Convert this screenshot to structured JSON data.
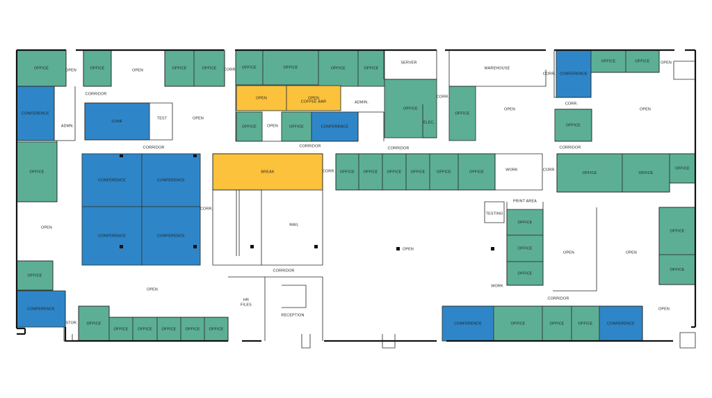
{
  "colors": {
    "office": "#5caf95",
    "conference": "#2e86c8",
    "amenity": "#fcc23b",
    "open": "#ffffff",
    "wall": "#111111"
  },
  "rooms": [
    {
      "label": "OFFICE",
      "kind": "office"
    },
    {
      "label": "OFFICE",
      "kind": "office"
    },
    {
      "label": "OFFICE",
      "kind": "office"
    },
    {
      "label": "OFFICE",
      "kind": "office"
    },
    {
      "label": "OFFICE",
      "kind": "office"
    },
    {
      "label": "OFFICE",
      "kind": "office"
    },
    {
      "label": "OFFICE",
      "kind": "office"
    },
    {
      "label": "OFFICE",
      "kind": "office"
    },
    {
      "label": "OFFICE",
      "kind": "office"
    },
    {
      "label": "CONFERENCE",
      "kind": "conference"
    },
    {
      "label": "OFFICE",
      "kind": "office"
    },
    {
      "label": "OFFICE",
      "kind": "office"
    },
    {
      "label": "CONFERENCE",
      "kind": "conference"
    },
    {
      "label": "CONF",
      "kind": "conference"
    },
    {
      "label": "OPEN",
      "kind": "amenity"
    },
    {
      "label": "OPEN",
      "kind": "amenity"
    },
    {
      "label": "OFFICE",
      "kind": "office"
    },
    {
      "label": "OFFICE",
      "kind": "office"
    },
    {
      "label": "OFFICE",
      "kind": "office"
    },
    {
      "label": "CONFERENCE",
      "kind": "conference"
    },
    {
      "label": "OFFICE",
      "kind": "office"
    },
    {
      "label": "OFFICE",
      "kind": "office"
    },
    {
      "label": "CONFERENCE",
      "kind": "conference"
    },
    {
      "label": "CONFERENCE",
      "kind": "conference"
    },
    {
      "label": "CONFERENCE",
      "kind": "conference"
    },
    {
      "label": "CONFERENCE",
      "kind": "conference"
    },
    {
      "label": "BREAK",
      "kind": "amenity"
    },
    {
      "label": "OFFICE",
      "kind": "office"
    },
    {
      "label": "OFFICE",
      "kind": "office"
    },
    {
      "label": "OFFICE",
      "kind": "office"
    },
    {
      "label": "OFFICE",
      "kind": "office"
    },
    {
      "label": "OFFICE",
      "kind": "office"
    },
    {
      "label": "OFFICE",
      "kind": "office"
    },
    {
      "label": "OFFICE",
      "kind": "office"
    },
    {
      "label": "OFFICE",
      "kind": "office"
    },
    {
      "label": "OFFICE",
      "kind": "office"
    },
    {
      "label": "OFFICE",
      "kind": "office"
    },
    {
      "label": "OFFICE",
      "kind": "office"
    },
    {
      "label": "OFFICE",
      "kind": "office"
    },
    {
      "label": "OFFICE",
      "kind": "office"
    },
    {
      "label": "OFFICE",
      "kind": "office"
    },
    {
      "label": "OFFICE",
      "kind": "office"
    },
    {
      "label": "CONFERENCE",
      "kind": "conference"
    },
    {
      "label": "OFFICE",
      "kind": "office"
    },
    {
      "label": "OFFICE",
      "kind": "office"
    },
    {
      "label": "OFFICE",
      "kind": "office"
    },
    {
      "label": "OFFICE",
      "kind": "office"
    },
    {
      "label": "OFFICE",
      "kind": "office"
    },
    {
      "label": "OFFICE",
      "kind": "office"
    },
    {
      "label": "OFFICE",
      "kind": "office"
    },
    {
      "label": "CONFERENCE",
      "kind": "conference"
    },
    {
      "label": "OFFICE",
      "kind": "office"
    },
    {
      "label": "OFFICE",
      "kind": "office"
    },
    {
      "label": "OFFICE",
      "kind": "office"
    },
    {
      "label": "CONFERENCE",
      "kind": "conference"
    }
  ],
  "labels": {
    "open": "OPEN",
    "corridor": "CORRIDOR",
    "corr": "CORR.",
    "admin": "ADMN.",
    "admin2": "ADMIN.",
    "test": "TEST",
    "server": "SERVER",
    "warehouse": "WAREHOUSE",
    "elec": "ELEC.",
    "coffee_bar": "COFFEE BAR",
    "work": "WORK",
    "print_area": "PRINT AREA",
    "testing": "TESTING",
    "mail": "MAIL",
    "hr": "HR",
    "files": "FILES",
    "reception": "RECEPTION",
    "stor": "STOR."
  }
}
